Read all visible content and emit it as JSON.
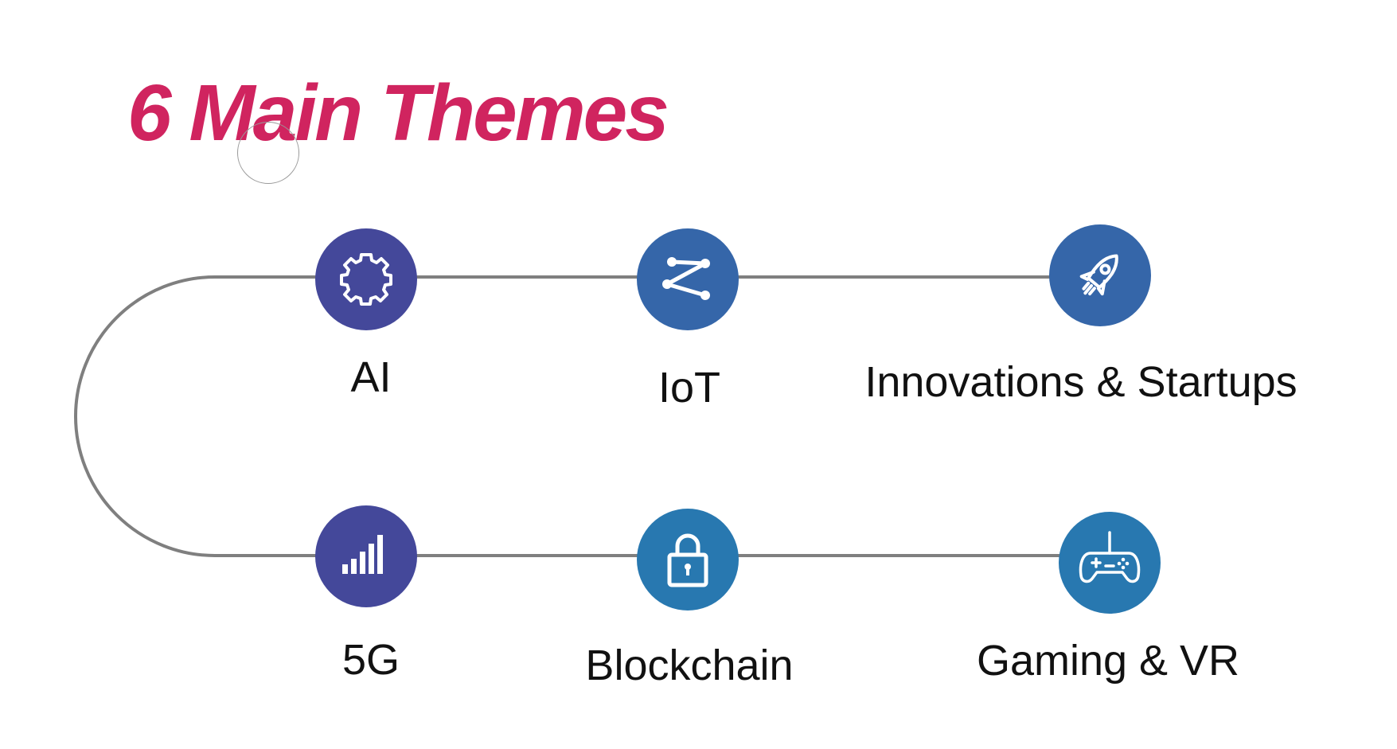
{
  "slide": {
    "title": "6 Main Themes"
  },
  "colors": {
    "title": "#d0245f",
    "track": "#7f7f7f",
    "node_purple": "#44489a",
    "node_blue": "#3566a9",
    "node_teal": "#2878b0"
  },
  "themes": [
    {
      "label": "AI",
      "icon": "gear-icon",
      "color": "#44489a"
    },
    {
      "label": "IoT",
      "icon": "network-nodes-icon",
      "color": "#3566a9"
    },
    {
      "label": "Innovations & Startups",
      "icon": "rocket-icon",
      "color": "#3566a9"
    },
    {
      "label": "5G",
      "icon": "signal-bars-icon",
      "color": "#44489a"
    },
    {
      "label": "Blockchain",
      "icon": "lock-icon",
      "color": "#2878b0"
    },
    {
      "label": "Gaming & VR",
      "icon": "game-controller-icon",
      "color": "#2878b0"
    }
  ]
}
